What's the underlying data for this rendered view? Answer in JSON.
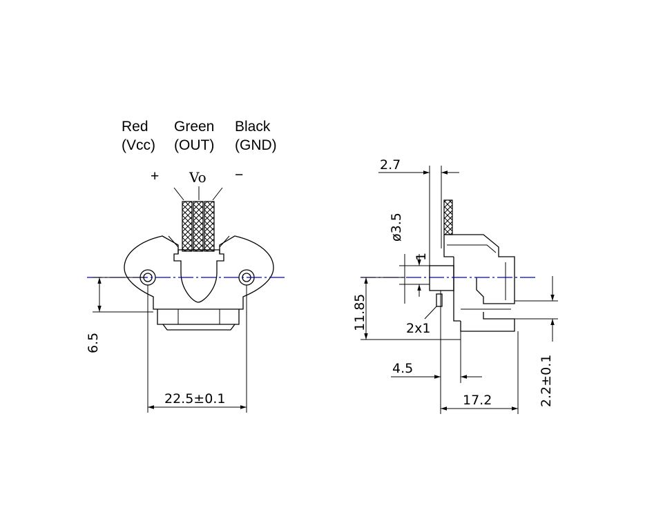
{
  "wires": [
    {
      "color": "Red",
      "signal": "(Vcc)",
      "polarity": "+"
    },
    {
      "color": "Green",
      "signal": "(OUT)",
      "polarity": "Vo"
    },
    {
      "color": "Black",
      "signal": "(GND)",
      "polarity": "−"
    }
  ],
  "dimensions": {
    "mount_height": "6.5",
    "hole_spacing": "22.5±0.1",
    "flange_thickness": "2.7",
    "hole_diameter": "ø3.5",
    "step": "1",
    "height": "11.85",
    "slot": "2x1",
    "offset": "4.5",
    "depth": "17.2",
    "gap": "2.2±0.1"
  },
  "colors": {
    "centerline": "#0000cc",
    "lines": "#000000"
  }
}
